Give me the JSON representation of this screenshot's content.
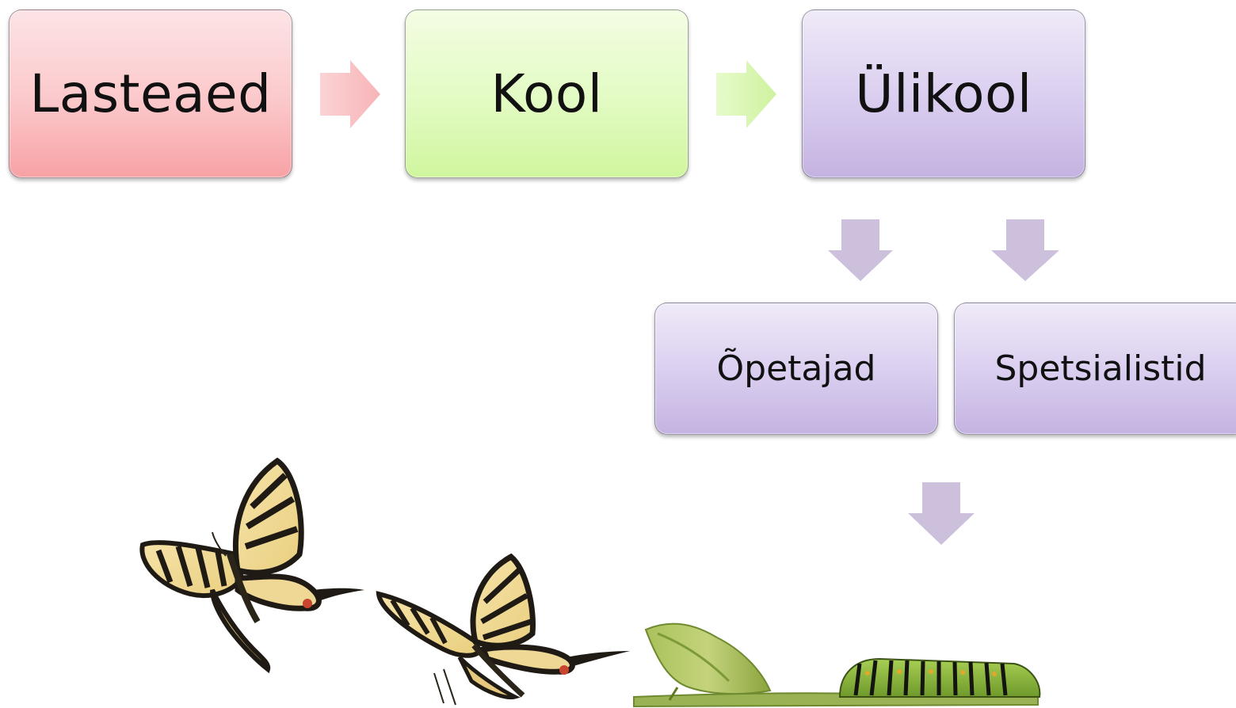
{
  "colors": {
    "pink_top": "#fde3e5",
    "pink_bottom": "#f9a5a7",
    "green_top": "#f2fde0",
    "green_bottom": "#d4f8a6",
    "purple_top": "#ede8f7",
    "purple_bottom": "#c6b5e2",
    "arrow_pink": "#f8c2c4",
    "arrow_green": "#d9f6b4",
    "arrow_purple": "#cdc0dc"
  },
  "flow": {
    "step1": "Lasteaed",
    "step2": "Kool",
    "step3": "Ülikool"
  },
  "branches": {
    "left": "Õpetajad",
    "right": "Spetsialistid"
  },
  "illustration": {
    "subject": "swallowtail butterfly life cycle: two butterflies, chrysalis, caterpillar"
  }
}
